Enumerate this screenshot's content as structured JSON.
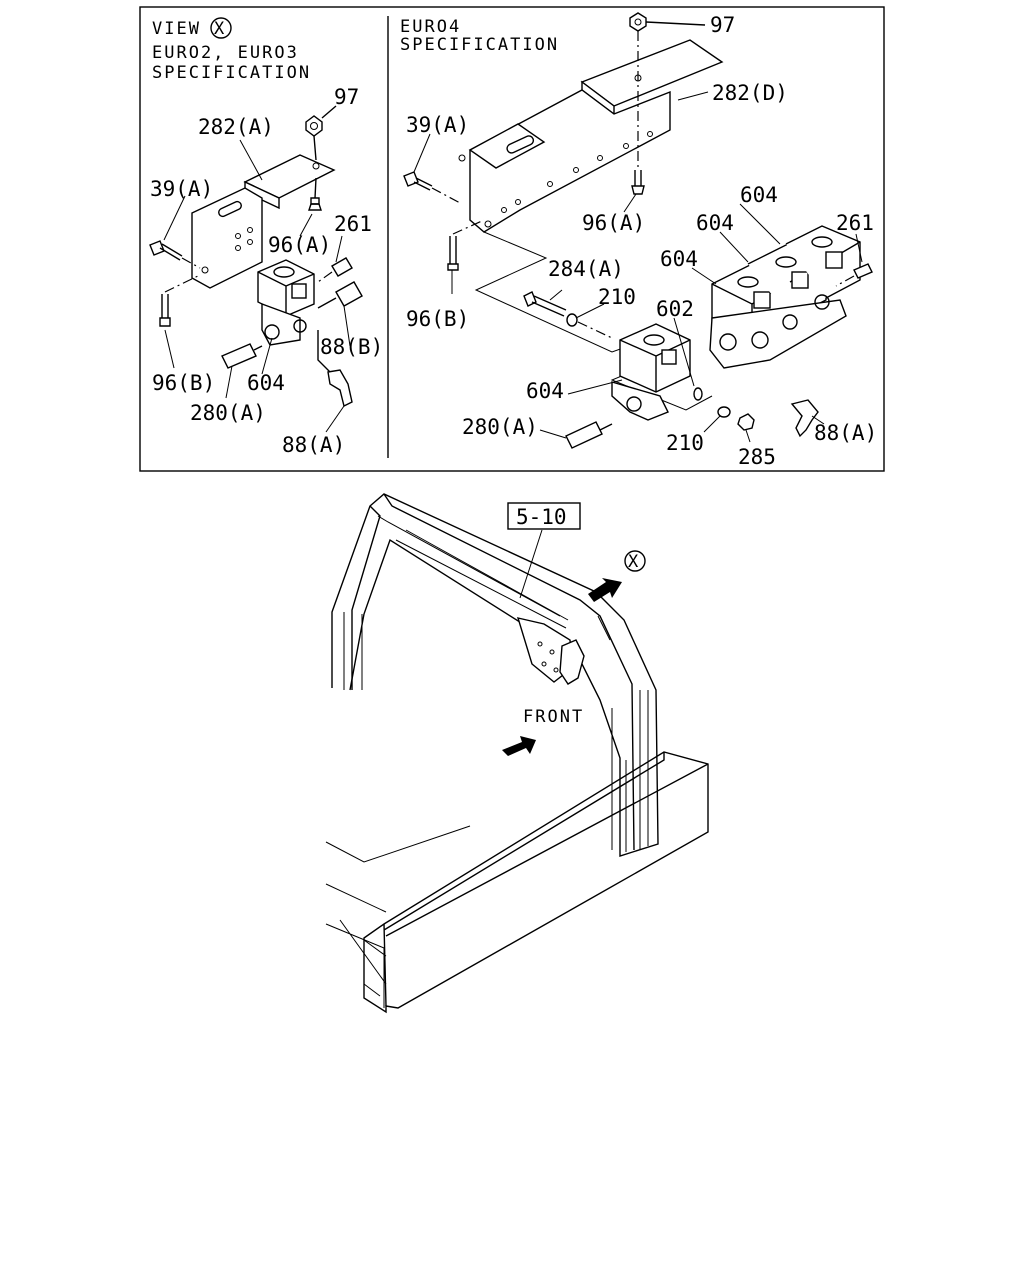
{
  "inset": {
    "left": {
      "view_text": "VIEW",
      "view_symbol": "X",
      "spec_line1": "EURO2, EURO3",
      "spec_line2": "SPECIFICATION",
      "labels": {
        "p97": "97",
        "p282a": "282(A)",
        "p39a": "39(A)",
        "p96a": "96(A)",
        "p261": "261",
        "p88b": "88(B)",
        "p96b": "96(B)",
        "p604": "604",
        "p280a": "280(A)",
        "p88a": "88(A)"
      }
    },
    "right": {
      "spec_line1": "EURO4",
      "spec_line2": "SPECIFICATION",
      "labels": {
        "p97": "97",
        "p282d": "282(D)",
        "p39a": "39(A)",
        "p96a": "96(A)",
        "p604a": "604",
        "p604b": "604",
        "p604c": "604",
        "p261": "261",
        "p284a": "284(A)",
        "p210a": "210",
        "p602": "602",
        "p96b": "96(B)",
        "p604d": "604",
        "p280a": "280(A)",
        "p210b": "210",
        "p285": "285",
        "p88a": "88(A)"
      }
    }
  },
  "main": {
    "ref_box": "5-10",
    "view_symbol": "X",
    "front_label": "FRONT"
  }
}
